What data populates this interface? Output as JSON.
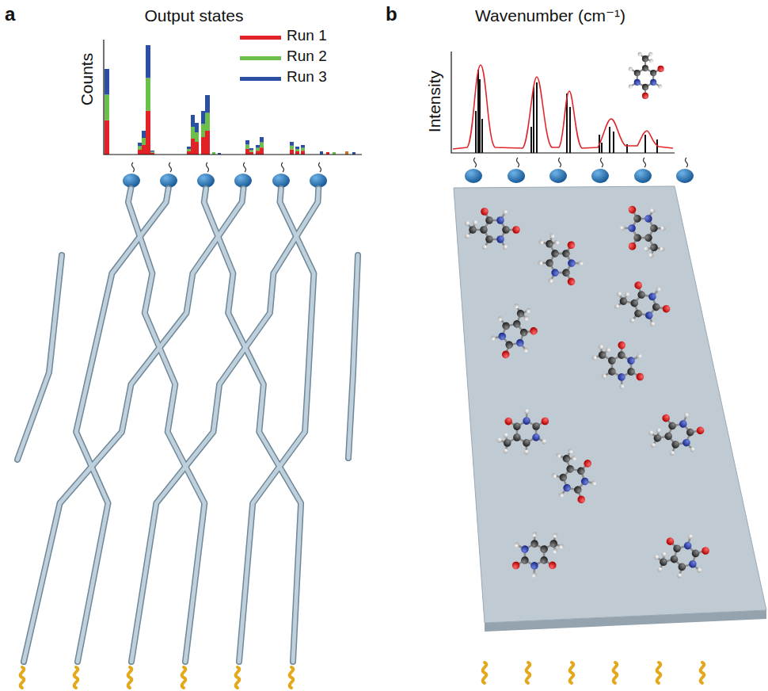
{
  "diagram": {
    "labels": [
      "a",
      "Output states",
      "Counts",
      "b",
      "Wavenumber (cm⁻¹)",
      "Intensity"
    ],
    "legend": [
      {
        "text": "Run 1",
        "color": "#e32228"
      },
      {
        "text": "Run 2",
        "color": "#6dbf4b"
      },
      {
        "text": "Run 3",
        "color": "#2d4fa3"
      }
    ]
  }
}
